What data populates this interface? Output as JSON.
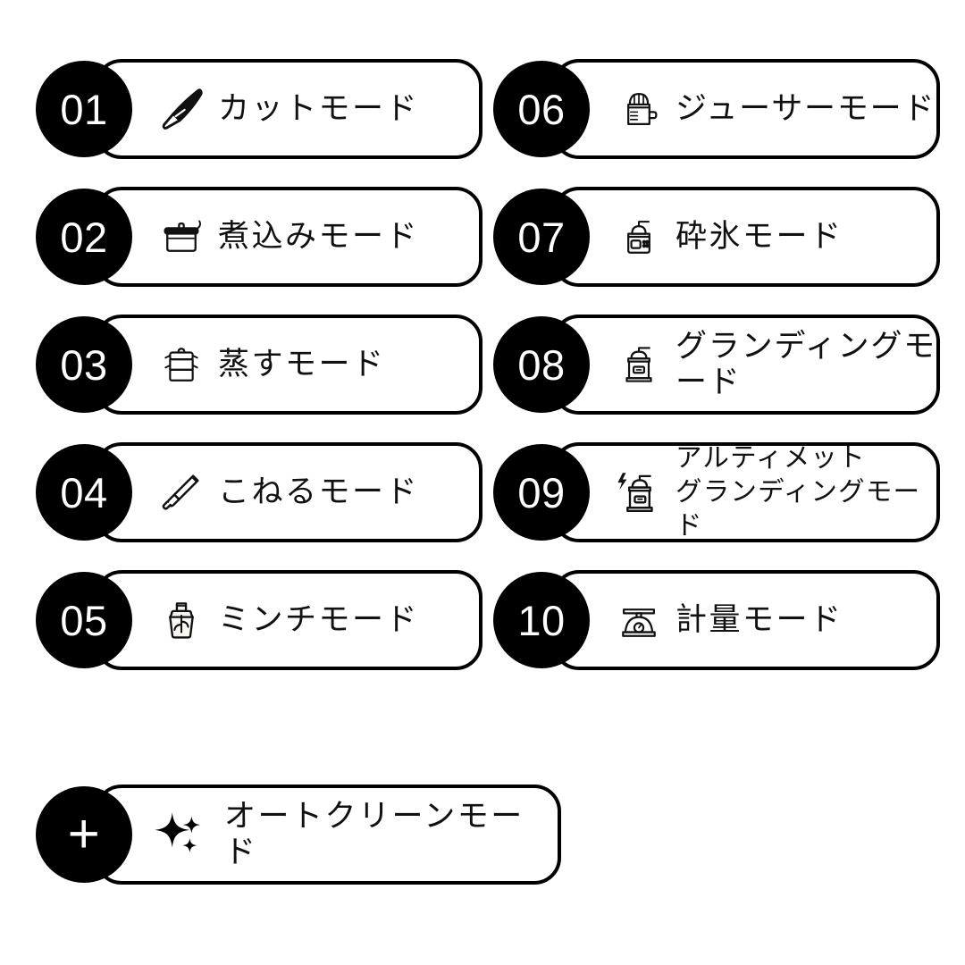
{
  "page": {
    "title": "Kitchen Machine Mode List",
    "background_color": "#ffffff",
    "accent_color": "#000000",
    "text_color": "#111111"
  },
  "columns": {
    "left": [
      {
        "number": "01",
        "icon": "knife-icon",
        "label": "カットモード"
      },
      {
        "number": "02",
        "icon": "pot-icon",
        "label": "煮込みモード"
      },
      {
        "number": "03",
        "icon": "steamer-icon",
        "label": "蒸すモード"
      },
      {
        "number": "04",
        "icon": "rolling-pin-icon",
        "label": "こねるモード"
      },
      {
        "number": "05",
        "icon": "food-chopper-icon",
        "label": "ミンチモード"
      }
    ],
    "right": [
      {
        "number": "06",
        "icon": "juicer-icon",
        "label": "ジューサーモード"
      },
      {
        "number": "07",
        "icon": "ice-crusher-icon",
        "label": "砕氷モード"
      },
      {
        "number": "08",
        "icon": "coffee-grinder-icon",
        "label": "グランディングモード"
      },
      {
        "number": "09",
        "icon": "ultimate-grinder-icon",
        "label": "アルティメット\nグランディングモード"
      },
      {
        "number": "10",
        "icon": "kitchen-scale-icon",
        "label": "計量モード"
      }
    ]
  },
  "footer": {
    "number": "+",
    "icon": "sparkles-icon",
    "label": "オートクリーンモード"
  }
}
